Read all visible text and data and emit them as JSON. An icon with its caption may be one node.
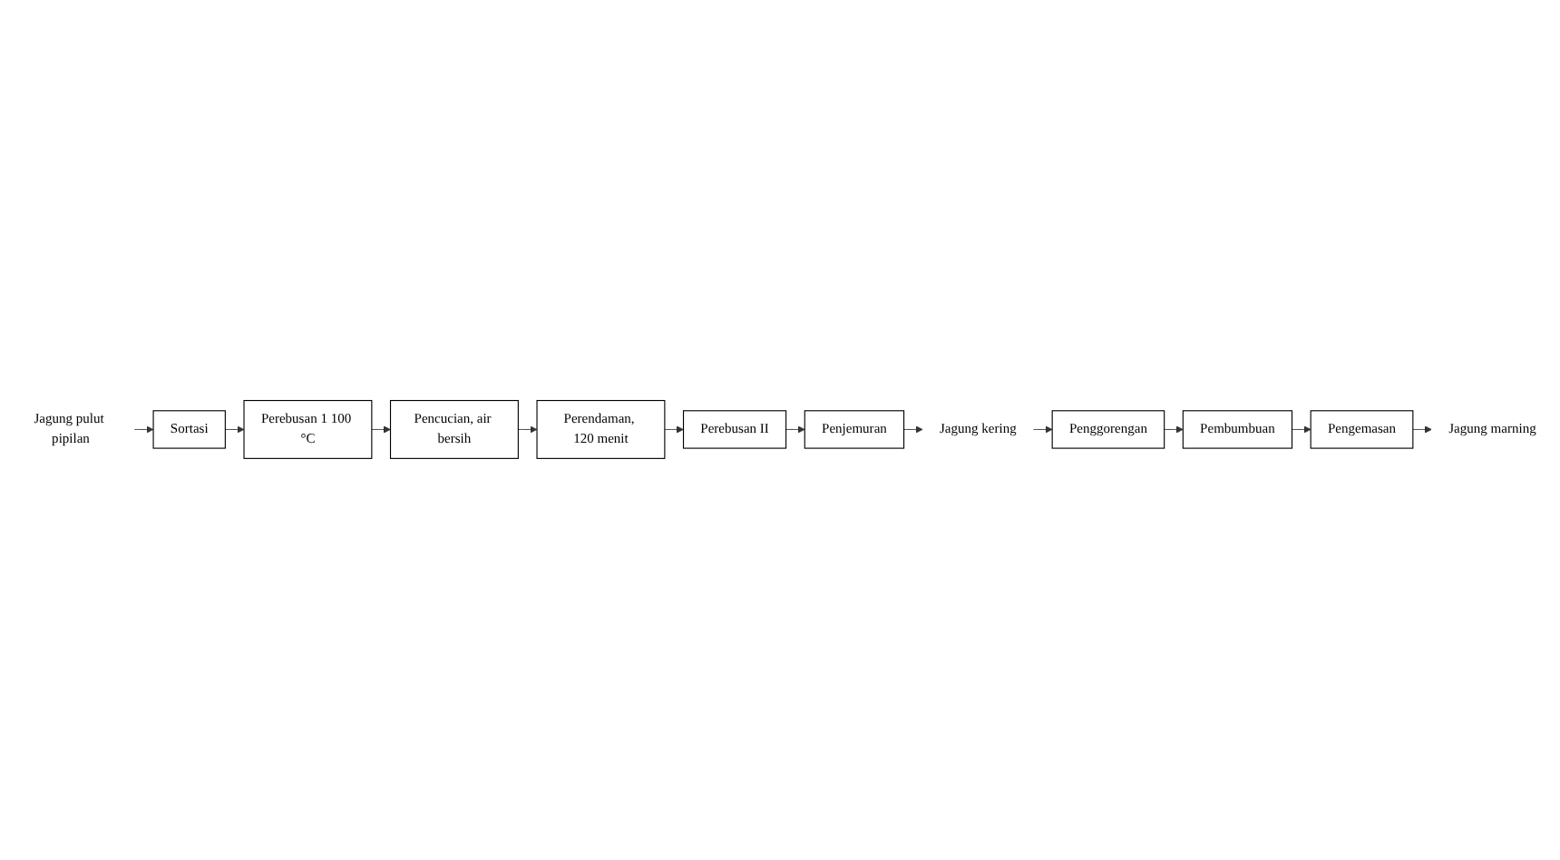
{
  "diagram": {
    "nodes": [
      {
        "text": [
          "Jagung pulut pipilan"
        ]
      },
      {
        "text": [
          "Sortasi"
        ]
      },
      {
        "text": [
          "Perebusan 1 100 °C"
        ]
      },
      {
        "text": [
          "Pencucian, air bersih"
        ]
      },
      {
        "text": [
          "Perendaman, 120 menit"
        ]
      },
      {
        "text": [
          "Perebusan II"
        ]
      },
      {
        "text": [
          "Penjemuran"
        ]
      },
      {
        "text": [
          "Jagung kering"
        ]
      },
      {
        "text": [
          "Penggorengan"
        ]
      },
      {
        "text": [
          "Pembumbuan"
        ]
      },
      {
        "text": [
          "Pengemasan"
        ]
      },
      {
        "text": [
          "Jagung marning"
        ]
      }
    ],
    "edges": [
      {
        "from": 0,
        "to": 1,
        "arrow": "to"
      },
      {
        "from": 1,
        "to": 2,
        "arrow": "to"
      },
      {
        "from": 2,
        "to": 3,
        "arrow": "to"
      },
      {
        "from": 3,
        "to": 4,
        "arrow": "to"
      },
      {
        "from": 4,
        "to": 5,
        "arrow": "to"
      },
      {
        "from": 5,
        "to": 6,
        "arrow": "to"
      },
      {
        "from": 6,
        "to": 7,
        "arrow": "to"
      },
      {
        "from": 7,
        "to": 8,
        "arrow": "to"
      },
      {
        "from": 8,
        "to": 9,
        "arrow": "to"
      },
      {
        "from": 9,
        "to": 10,
        "arrow": "to"
      },
      {
        "from": 10,
        "to": 11,
        "arrow": "to"
      }
    ]
  }
}
